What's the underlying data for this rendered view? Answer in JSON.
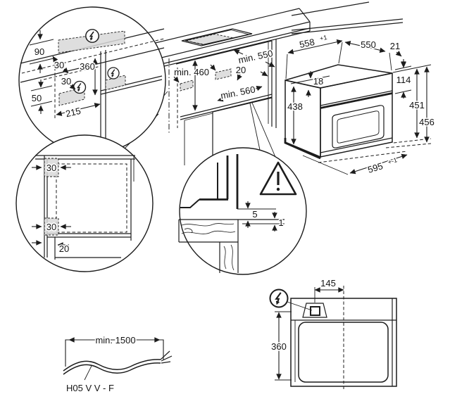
{
  "figure": {
    "kind": "built-in-oven-installation-diagram",
    "colors": {
      "line": "#1c1c1c",
      "shade": "#d8d8d8",
      "background": "#ffffff"
    },
    "icons": {
      "power_symbol": "lightning-bolt-in-circle",
      "caution_symbol": "exclamation-triangle"
    }
  },
  "labels": {
    "detail_power_zones": {
      "d90": "90",
      "d30_upper": "30",
      "d360": "360",
      "d30_lower": "30",
      "d50": "50",
      "d215": "215"
    },
    "cabinet_niche": {
      "min550": "min. 550",
      "gap20": "20",
      "min460": "min. 460",
      "min560": "min. 560"
    },
    "oven_dims": {
      "w558": "558",
      "w558_tol": "+1",
      "d550": "550",
      "g21": "21",
      "g18": "18",
      "h114": "114",
      "h438": "438",
      "h451": "451",
      "h456": "456",
      "w595": "595",
      "w595_tol": "+-1"
    },
    "side_clearance": {
      "c30_top": "30",
      "c30_bottom": "30",
      "c20": "20"
    },
    "front_gap": {
      "g5": "5",
      "g1": "1"
    },
    "power_cable": {
      "min_length": "min. 1500",
      "cable_type": "H05 V V - F"
    },
    "top_view": {
      "d145": "145",
      "d360": "360"
    }
  }
}
